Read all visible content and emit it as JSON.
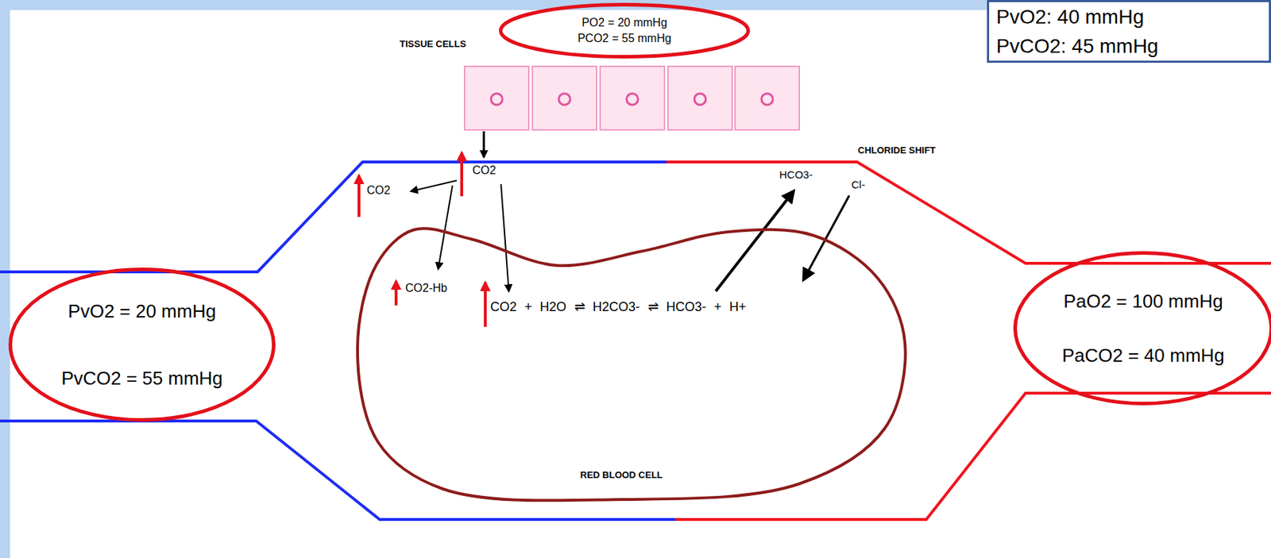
{
  "diagram": {
    "nodes": [
      {
        "text": [
          "PO2 = 20 mmHg",
          "PCO2 = 55 mmHg"
        ]
      },
      {
        "text": [
          "PvO2: 40 mmHg",
          "PvCO2: 45 mmHg"
        ]
      },
      {
        "text": [
          "PvO2 = 20 mmHg",
          "PvCO2 = 55 mmHg"
        ]
      },
      {
        "text": [
          "CO2-Hb",
          "CO2 + H2O ⇌ H2CO3- ⇌ HCO3- + H+",
          "RED BLOOD CELL"
        ]
      },
      {
        "text": [
          "PaO2 = 100 mmHg",
          "PaCO2 = 40 mmHg"
        ]
      }
    ],
    "labels": [
      "TISSUE CELLS",
      "CHLORIDE SHIFT",
      "CO2",
      "HCO3-",
      "Cl-",
      "CO2"
    ]
  }
}
